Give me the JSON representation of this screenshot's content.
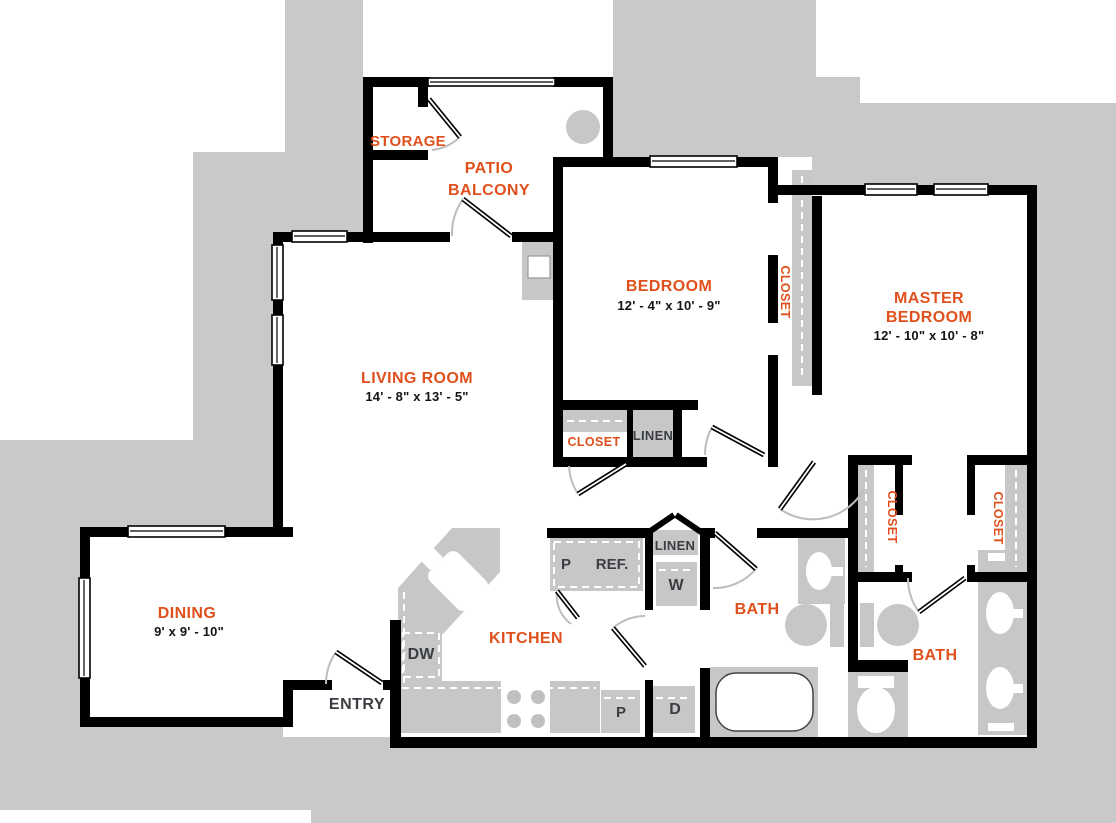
{
  "palette": {
    "accent": "#e0501c",
    "wall": "#000000",
    "building_gray": "#c9c9c9",
    "fixture_gray": "#c7c7c7",
    "dark_text": "#3a3e42",
    "dim_text": "#141414"
  },
  "rooms": {
    "storage": {
      "label": "STORAGE"
    },
    "patio": {
      "line1": "PATIO",
      "line2": "BALCONY"
    },
    "bedroom": {
      "label": "BEDROOM",
      "dims": "12' - 4\" x 10' - 9\""
    },
    "master": {
      "line1": "MASTER",
      "line2": "BEDROOM",
      "dims": "12' - 10\" x 10' - 8\""
    },
    "living": {
      "label": "LIVING ROOM",
      "dims": "14' - 8\" x 13' - 5\""
    },
    "dining": {
      "label": "DINING",
      "dims": "9' x 9' - 10\""
    },
    "kitchen": {
      "label": "KITCHEN"
    },
    "entry": {
      "label": "ENTRY"
    },
    "bath_left": {
      "label": "BATH"
    },
    "bath_right": {
      "label": "BATH"
    }
  },
  "closets": {
    "bedroom_wall_closet": "CLOSET",
    "bedroom_closet": "CLOSET",
    "hall_linen": "LINEN",
    "laundry_linen": "LINEN",
    "master_closet_left": "CLOSET",
    "master_closet_right": "CLOSET"
  },
  "appliances": {
    "dishwasher": "DW",
    "pantry_upper": "P",
    "refrigerator": "REF.",
    "washer": "W",
    "dryer": "D",
    "pantry_lower": "P"
  }
}
